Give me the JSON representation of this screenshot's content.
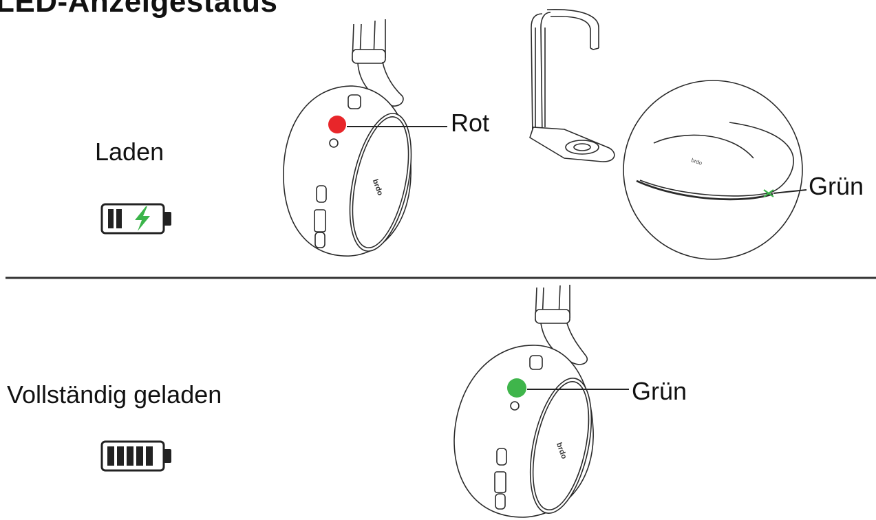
{
  "title": "LED-Anzeigestatus",
  "rows": [
    {
      "label": "Laden",
      "battery_icon": "battery-charging-icon",
      "headset_led_color_name": "Rot",
      "headset_led_color": "#e8262a",
      "stand_led_color_name": "Grün",
      "stand_led_color": "#3bb44a",
      "bolt_color": "#3bb44a"
    },
    {
      "label": "Vollständig geladen",
      "battery_icon": "battery-full-icon",
      "headset_led_color_name": "Grün",
      "headset_led_color": "#3fb54b"
    }
  ],
  "colors": {
    "line": "#2a2a2a",
    "divider": "#333333",
    "text": "#111111"
  }
}
